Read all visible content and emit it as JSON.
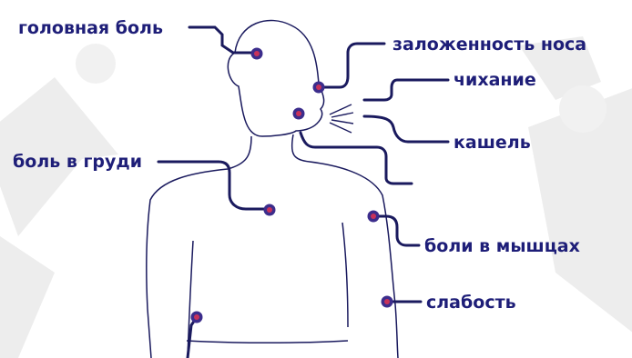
{
  "labels": {
    "headache": "головная боль",
    "nasal_congestion": "заложенность носа",
    "sneezing": "чихание",
    "cough": "кашель",
    "chest_pain": "боль в груди",
    "muscle_pain": "боли в мышцах",
    "weakness": "слабость"
  },
  "colors": {
    "text": "#1e1e78",
    "lines": "#1a1a5e",
    "marker_outer": "#3c2d8c",
    "marker_inner": "#c8325a",
    "background_watermark": "#ebebeb"
  },
  "icons": {
    "background": "virus-watermark-icon",
    "marker": "symptom-point-icon"
  }
}
